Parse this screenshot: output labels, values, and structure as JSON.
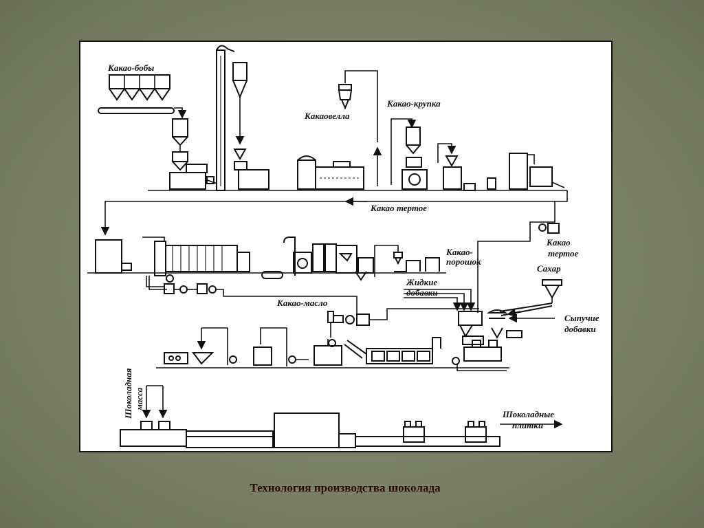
{
  "caption": "Технология производства шоколада",
  "labels": {
    "cocoa_beans": "Какао-бобы",
    "kakaovella": "Какаовелла",
    "cocoa_nibs": "Какао-крупка",
    "cocoa_liquor": "Какао тертое",
    "cocoa_powder_1": "Какао-",
    "cocoa_powder_2": "порошок",
    "cocoa_liquor_2a": "Какао",
    "cocoa_liquor_2b": "тертое",
    "sugar": "Сахар",
    "liquid_add_1": "Жидкие",
    "liquid_add_2": "добавки",
    "cocoa_butter": "Какао-масло",
    "dry_add_1": "Сыпучие",
    "dry_add_2": "добавки",
    "choc_mass_1": "Шоколадная",
    "choc_mass_2": "масса",
    "choc_bars_1": "Шоколадные",
    "choc_bars_2": "плитки"
  }
}
